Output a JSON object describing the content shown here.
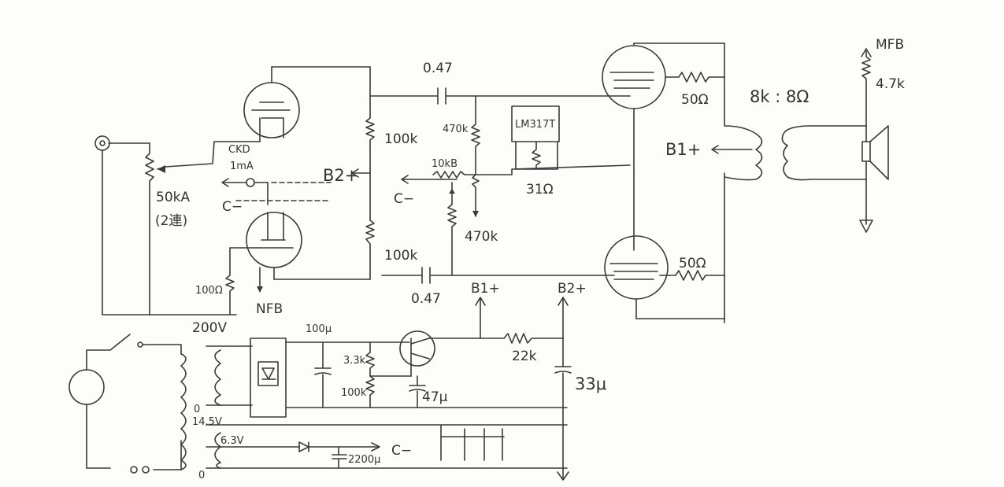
{
  "colors": {
    "ink": "#3a3a3a",
    "paper": "#fdfdfc"
  },
  "labels": {
    "c_047_top": "0.47",
    "c_047_bot": "0.47",
    "r_100k_top": "100k",
    "r_100k_bot": "100k",
    "r_470k_a": "470k",
    "r_470k_b": "470k",
    "pot_10kb": "10kB",
    "reg_lm317t": "LM317T",
    "r_31ohm": "31Ω",
    "r_50ohm_top": "50Ω",
    "r_50ohm_bot": "50Ω",
    "ratio_8k_8ohm": "8k : 8Ω",
    "mfb": "MFB",
    "r_47k": "4.7k",
    "b1plus_out": "B1+",
    "b2plus_in": "B2+",
    "ckd": "CKD",
    "ckd_current": "1mA",
    "cminus_left": "C−",
    "cminus_mid": "C−",
    "cminus_bottom": "C−",
    "pot_50ka": "50kA",
    "pot_gang": "(2連)",
    "r_100ohm": "100Ω",
    "nfb": "NFB",
    "b1plus_bus": "B1+",
    "b2plus_bus": "B2+",
    "v_200": "200V",
    "c_100u": "100μ",
    "r_33k": "3.3k",
    "r_100k_psu": "100k",
    "c_47u": "47μ",
    "r_22k": "22k",
    "c_33u": "33μ",
    "v_0_a": "0",
    "v_145": "14.5V",
    "v_63": "6.3V",
    "v_0_b": "0",
    "c_2200u": "2200μ"
  }
}
